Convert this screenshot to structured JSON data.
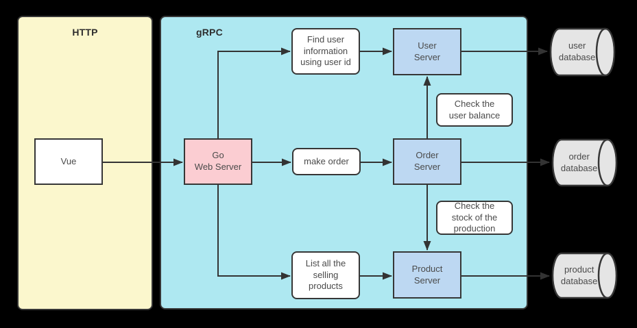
{
  "colors": {
    "canvas-bg": "#000000",
    "http-fill": "#fbf7cd",
    "grpc-fill": "#aee8f1",
    "pink-fill": "#fbcdd2",
    "blue-fill": "#bdd8f2",
    "white-fill": "#ffffff",
    "db-fill": "#e5e5e5",
    "border": "#363636",
    "line": "#333333",
    "text": "#4a4a4a",
    "title-text": "#2e2e2e"
  },
  "groups": {
    "http": {
      "label": "HTTP"
    },
    "grpc": {
      "label": "gRPC"
    }
  },
  "nodes": {
    "vue": {
      "label": "Vue"
    },
    "go_web_server": {
      "label": "Go\nWeb Server"
    },
    "find_user": {
      "label": "Find user\ninformation\nusing user id"
    },
    "make_order": {
      "label": "make order"
    },
    "list_products": {
      "label": "List all the\nselling\nproducts"
    },
    "user_server": {
      "label": "User\nServer"
    },
    "order_server": {
      "label": "Order\nServer"
    },
    "product_server": {
      "label": "Product\nServer"
    },
    "check_balance": {
      "label": "Check the\nuser balance"
    },
    "check_stock": {
      "label": "Check the\nstock of the\nproduction"
    },
    "user_db": {
      "label": "user\ndatabase"
    },
    "order_db": {
      "label": "order\ndatabase"
    },
    "product_db": {
      "label": "product\ndatabase"
    }
  }
}
